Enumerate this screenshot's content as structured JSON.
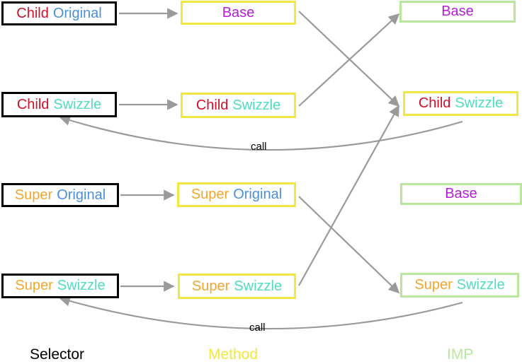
{
  "columns": {
    "selector": "Selector",
    "method": "Method",
    "imp": "IMP"
  },
  "colors": {
    "child": "#d0102a",
    "super": "#f0a62e",
    "original": "#4a8fd8",
    "swizzle": "#4fdcc0",
    "base": "#b51ed6",
    "selector_border": "#000000",
    "method_border": "#f2e640",
    "imp_border": "#b9e69d",
    "arrow": "#9a9a9a"
  },
  "selectors": [
    {
      "a": "Child",
      "b": "Original"
    },
    {
      "a": "Child",
      "b": "Swizzle"
    },
    {
      "a": "Super",
      "b": "Original"
    },
    {
      "a": "Super",
      "b": "Swizzle"
    }
  ],
  "methods": [
    {
      "text": "Base"
    },
    {
      "a": "Child",
      "b": "Swizzle"
    },
    {
      "a": "Super",
      "b": "Original"
    },
    {
      "a": "Super",
      "b": "Swizzle"
    }
  ],
  "imps": [
    {
      "text": "Base"
    },
    {
      "a": "Child",
      "b": "Swizzle"
    },
    {
      "text": "Base"
    },
    {
      "a": "Super",
      "b": "Swizzle"
    }
  ],
  "calls": [
    "call",
    "call"
  ]
}
